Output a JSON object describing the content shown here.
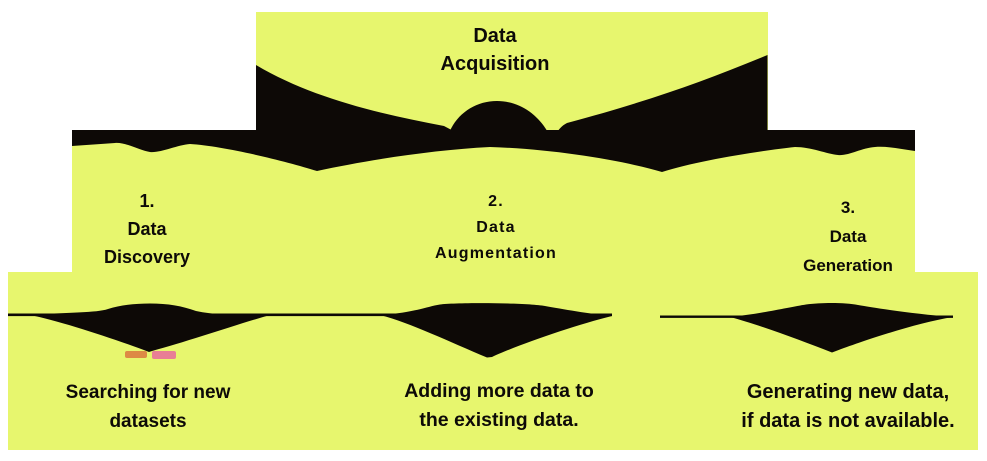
{
  "diagram": {
    "root": {
      "label_line1": "Data",
      "label_line2": "Acquisition"
    },
    "branches": [
      {
        "number": "1.",
        "name_line1": "Data",
        "name_line2": "Discovery",
        "desc_line1": "Searching for new",
        "desc_line2": "datasets"
      },
      {
        "number": "2.",
        "name_line1": "Data",
        "name_line2": "Augmentation",
        "desc_line1": "Adding more data to",
        "desc_line2": "the existing data."
      },
      {
        "number": "3.",
        "name_line1": "Data",
        "name_line2": "Generation",
        "desc_line1": "Generating new data,",
        "desc_line2": "if data is not available."
      }
    ]
  },
  "colors": {
    "yellow": "#e7f66e",
    "ink": "#0d0906",
    "text": "#0d0a07",
    "highlight_orange": "#dd8a45",
    "highlight_pink": "#e87f95",
    "background": "#ffffff"
  }
}
